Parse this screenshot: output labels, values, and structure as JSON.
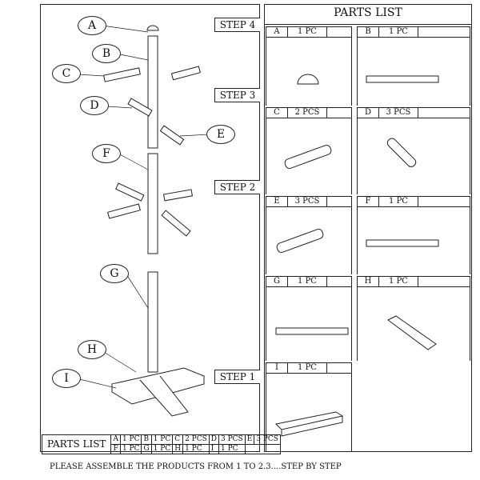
{
  "steps": [
    "STEP 4",
    "STEP 3",
    "STEP 2",
    "STEP 1"
  ],
  "labels": [
    "A",
    "B",
    "C",
    "D",
    "E",
    "F",
    "G",
    "H",
    "I"
  ],
  "parts_list": {
    "title": "PARTS LIST",
    "items": [
      {
        "letter": "A",
        "qty": "1 PC"
      },
      {
        "letter": "B",
        "qty": "1 PC"
      },
      {
        "letter": "C",
        "qty": "2 PCS"
      },
      {
        "letter": "D",
        "qty": "3 PCS"
      },
      {
        "letter": "E",
        "qty": "3 PCS"
      },
      {
        "letter": "F",
        "qty": "1 PC"
      },
      {
        "letter": "G",
        "qty": "1 PC"
      },
      {
        "letter": "H",
        "qty": "1 PC"
      },
      {
        "letter": "I",
        "qty": "1 PC"
      }
    ]
  },
  "bottom_table": {
    "title": "PARTS LIST",
    "row1": [
      [
        "A",
        "1 PC"
      ],
      [
        "B",
        "1 PC"
      ],
      [
        "C",
        "2 PCS"
      ],
      [
        "D",
        "3 PCS"
      ],
      [
        "E",
        "3 PCS"
      ]
    ],
    "row2": [
      [
        "F",
        "1 PC"
      ],
      [
        "G",
        "1 PC"
      ],
      [
        "H",
        "1 PC"
      ],
      [
        "I",
        "1 PC"
      ]
    ]
  },
  "footer": "PLEASE ASSEMBLE THE PRODUCTS FROM 1 TO 2.3....STEP BY STEP"
}
